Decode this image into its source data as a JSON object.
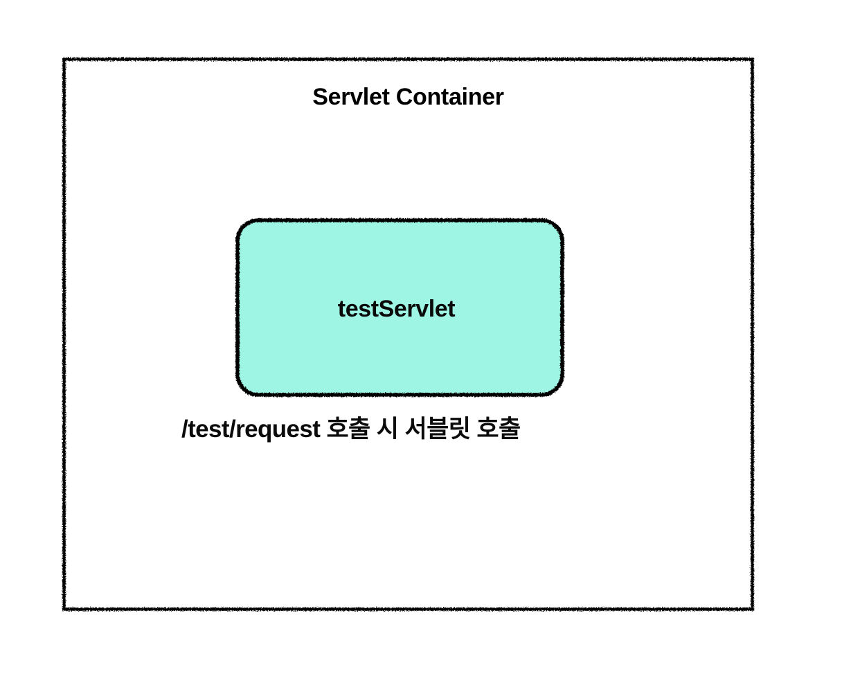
{
  "diagram": {
    "type": "architecture-sketch",
    "background_color": "#FFFFFF",
    "stroke_color": "#000000",
    "container": {
      "title": "Servlet Container",
      "shape": "rectangle",
      "style": "hand-drawn-rough",
      "fill": "none",
      "border_color": "#000000"
    },
    "nodes": [
      {
        "label": "testServlet",
        "shape": "rounded-rectangle",
        "style": "hand-drawn-rough",
        "fill_color": "#9FF5E4",
        "border_color": "#000000",
        "corner_radius": 30
      }
    ],
    "caption": "/test/request 호출 시 서블릿 호출"
  }
}
